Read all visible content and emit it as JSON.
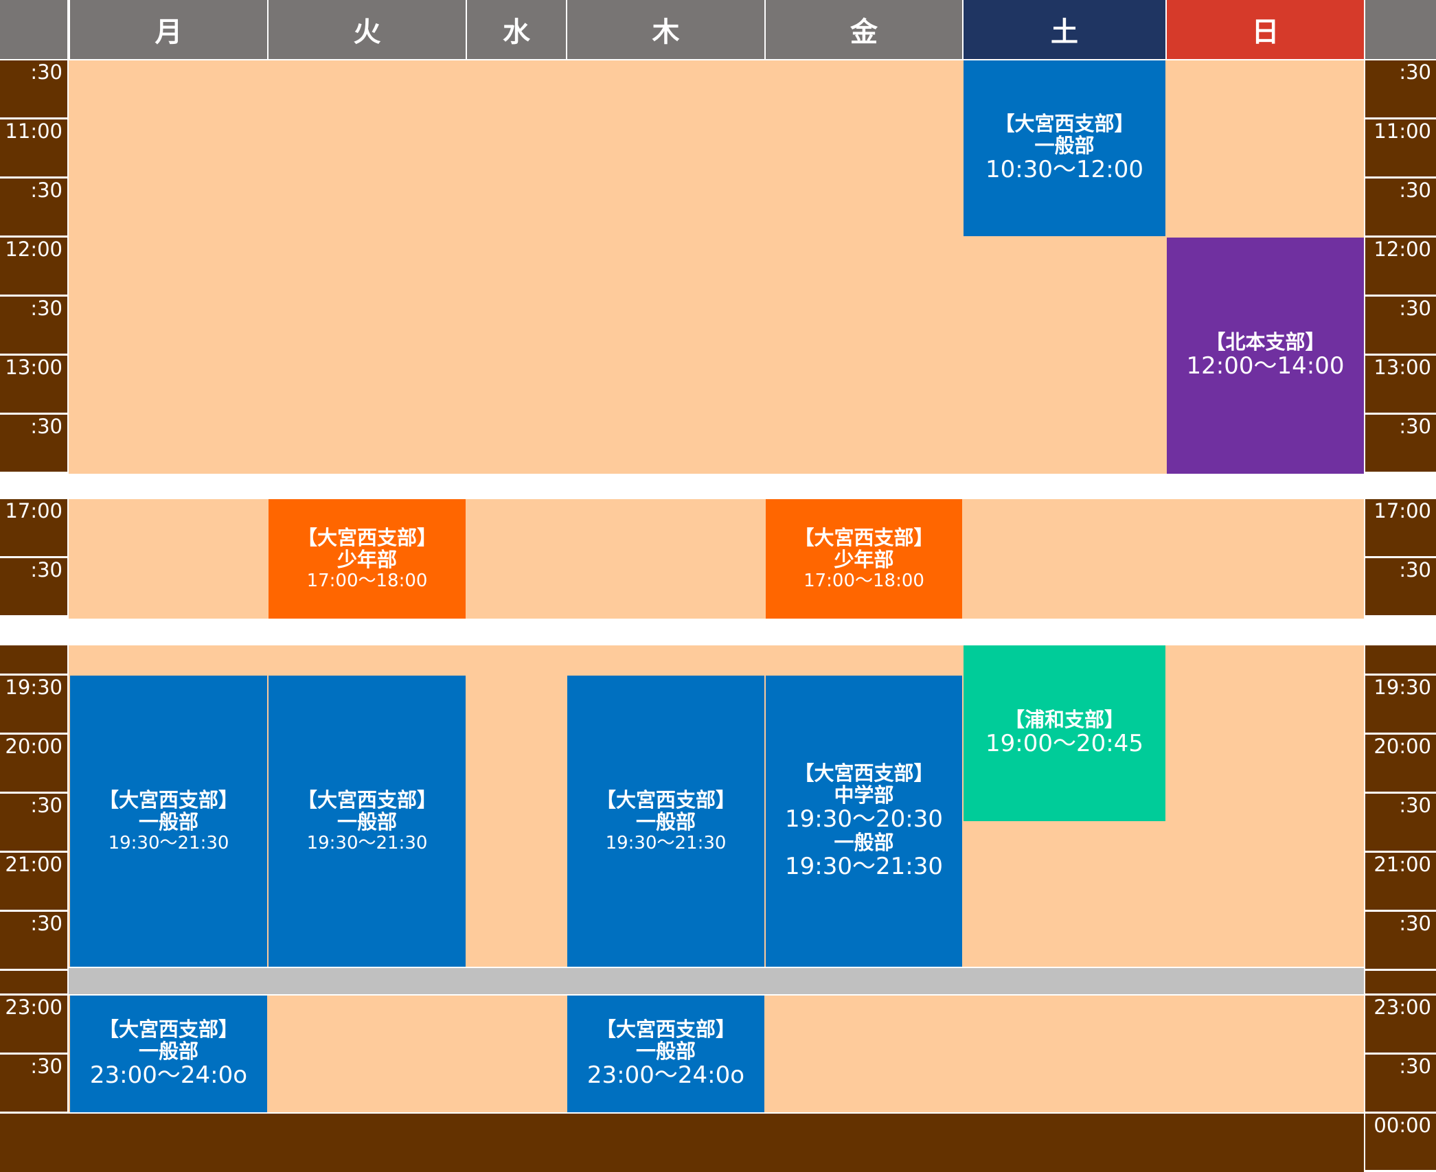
{
  "days": [
    {
      "label": "月",
      "color": "#787574"
    },
    {
      "label": "火",
      "color": "#787574"
    },
    {
      "label": "水",
      "color": "#787574"
    },
    {
      "label": "木",
      "color": "#787574"
    },
    {
      "label": "金",
      "color": "#787574"
    },
    {
      "label": "土",
      "color": "#1f3562"
    },
    {
      "label": "日",
      "color": "#d63a2a"
    }
  ],
  "colors": {
    "time_column": "#643200",
    "empty_slot": "#fecb9b",
    "gap_bar": "#c0c0c0",
    "general": "#0070c0",
    "youth": "#ff6600",
    "kitamoto": "#7030a0",
    "urawa": "#00cc99"
  },
  "time_sections": [
    {
      "labels": [
        ":30",
        "11:00",
        ":30",
        "12:00",
        ":30",
        "13:00",
        ":30"
      ]
    },
    {
      "labels": [
        "17:00",
        ":30"
      ]
    },
    {
      "labels": [
        "",
        "19:30",
        "20:00",
        ":30",
        "21:00",
        ":30",
        "",
        "23:00",
        ":30"
      ],
      "right_extra": "00:00"
    }
  ],
  "events": [
    {
      "day": "土",
      "lines": [
        "【大宮西支部】",
        "一般部",
        "10:30〜12:00"
      ],
      "color": "general"
    },
    {
      "day": "日",
      "lines": [
        "【北本支部】",
        "12:00〜14:00"
      ],
      "color": "kitamoto"
    },
    {
      "day": "火",
      "lines": [
        "【大宮西支部】",
        "少年部",
        "17:00〜18:00"
      ],
      "color": "youth"
    },
    {
      "day": "金",
      "lines": [
        "【大宮西支部】",
        "少年部",
        "17:00〜18:00"
      ],
      "color": "youth"
    },
    {
      "day": "月",
      "lines": [
        "【大宮西支部】",
        "一般部",
        "19:30〜21:30"
      ],
      "color": "general"
    },
    {
      "day": "火",
      "lines": [
        "【大宮西支部】",
        "一般部",
        "19:30〜21:30"
      ],
      "color": "general"
    },
    {
      "day": "木",
      "lines": [
        "【大宮西支部】",
        "一般部",
        "19:30〜21:30"
      ],
      "color": "general"
    },
    {
      "day": "金",
      "lines": [
        "【大宮西支部】",
        "中学部",
        "19:30〜20:30",
        "一般部",
        "19:30〜21:30"
      ],
      "color": "general"
    },
    {
      "day": "土",
      "lines": [
        "【浦和支部】",
        "19:00〜20:45"
      ],
      "color": "urawa"
    },
    {
      "day": "月",
      "lines": [
        "【大宮西支部】",
        "一般部",
        "23:00〜24:0o"
      ],
      "color": "general"
    },
    {
      "day": "木",
      "lines": [
        "【大宮西支部】",
        "一般部",
        "23:00〜24:0o"
      ],
      "color": "general"
    }
  ]
}
